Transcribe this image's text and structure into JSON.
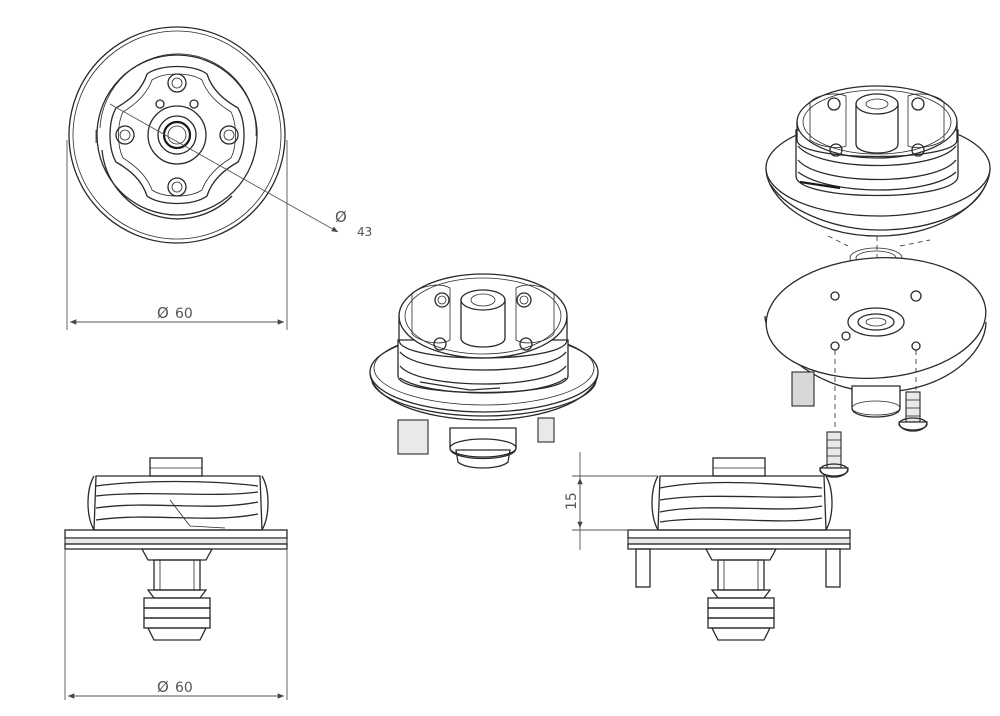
{
  "dimensions": {
    "top_view_width": {
      "symbol": "Ø",
      "value": "60"
    },
    "top_view_hole": {
      "symbol": "Ø",
      "value": "43"
    },
    "front_view_width": {
      "symbol": "Ø",
      "value": "60"
    },
    "side_view_height": {
      "value": "15"
    }
  }
}
